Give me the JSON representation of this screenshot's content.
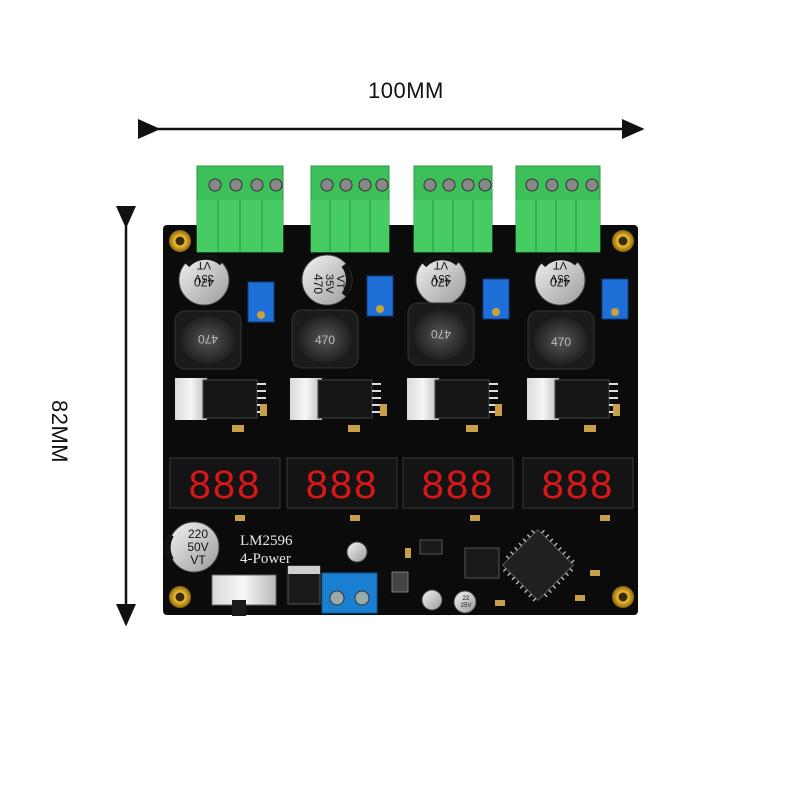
{
  "dimensions": {
    "width_label": "100MM",
    "height_label": "82MM"
  },
  "board": {
    "model_label": "LM2596",
    "title_label": "4-Power",
    "channel_cap_values": [
      "470",
      "470",
      "470",
      "470"
    ],
    "channel_cap_voltage": "35V",
    "channel_cap_series": "VT",
    "inductor_values": [
      "470",
      "470",
      "470",
      "470"
    ],
    "main_cap": {
      "value": "220",
      "voltage": "50V",
      "series": "VT"
    },
    "small_cap": {
      "value": "22",
      "voltage": "25V"
    },
    "colors": {
      "pcb": "#0b0b0b",
      "terminal_green": "#3dbf5a",
      "terminal_blue": "#1a7fd0",
      "pot_blue": "#1e6fd8",
      "display_red": "#d81818"
    }
  },
  "display": {
    "digit_groups": 4,
    "digits_per_group": 3,
    "shown_value": "888"
  }
}
